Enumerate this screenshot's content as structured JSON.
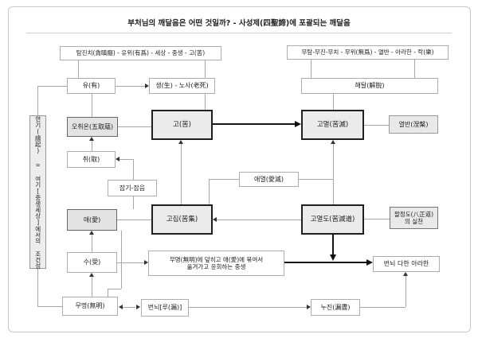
{
  "title": "부처님의 깨달음은 어떤 것일까? - 사성제(四聖諦)에 포괄되는 깨달음",
  "colors": {
    "frame_border": "#c9c9c9",
    "box_border": "#adadad",
    "thick_box_border": "#1f1f1f",
    "gray_fill": "#ebebeb",
    "connector": "#a8a8a8",
    "thick_arrow": "#111111"
  },
  "nodes": {
    "greed_summary": {
      "label": "탐진치(貪瞋癡) - 유위(有爲) - 세상 - 중생 - 고(苦)"
    },
    "liberation_summary": {
      "label": "무탐-무진-무치 - 무위(無爲) - 열반 - 아라한 - 락(樂)"
    },
    "yu": {
      "label": "유(有)"
    },
    "saeng_nosa": {
      "label": "생(生) - 노사(老死)"
    },
    "haetal": {
      "label": "해탈(解脫)"
    },
    "ochwion": {
      "label": "오취온(五取蘊)"
    },
    "go": {
      "label": "고(苦)"
    },
    "gomyeol": {
      "label": "고멸(苦滅)"
    },
    "yeolban": {
      "label": "열반(涅槃)"
    },
    "chwi": {
      "label": "취(取)"
    },
    "japgi": {
      "label": "잡기-잡음"
    },
    "aemyeol": {
      "label": "애멸(愛滅)"
    },
    "ae": {
      "label": "애(愛)"
    },
    "gojip": {
      "label": "고집(苦集)"
    },
    "gomyeoldo": {
      "label": "고멸도(苦滅道)"
    },
    "paljeongdo": {
      "line1": "팔정도(八正道)",
      "line2": "의 실천"
    },
    "su": {
      "label": "수(受)"
    },
    "samsara": {
      "line1": "무명(無明)에 덮히고 애(愛)에 묶여서",
      "line2": "옮겨가고 윤회하는 중생"
    },
    "arahan": {
      "label": "번뇌 다한 아라한"
    },
    "mumyeong": {
      "label": "무명(無明)"
    },
    "beonnoe_ru": {
      "label": "번뇌[루(漏)]"
    },
    "nujin": {
      "label": "누진(漏盡)"
    },
    "yeongi": {
      "label": "연기(緣起) = 여기[중생세상]에서의 조건성"
    }
  }
}
